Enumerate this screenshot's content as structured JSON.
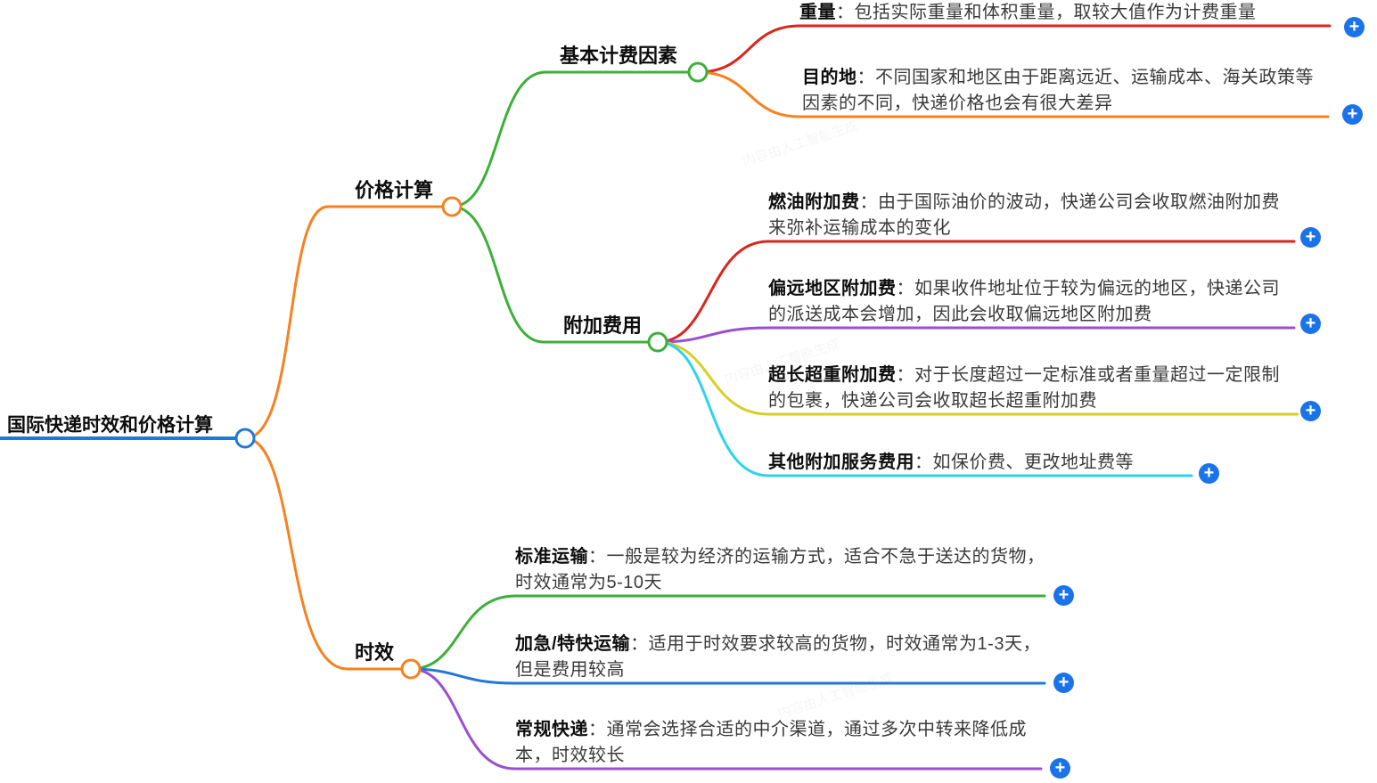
{
  "mindmap": {
    "root": {
      "title": "国际快递时效和价格计算"
    },
    "branches": {
      "price": {
        "title": "价格计算"
      },
      "basic": {
        "title": "基本计费因素"
      },
      "surcharge": {
        "title": "附加费用"
      },
      "time": {
        "title": "时效"
      }
    },
    "leaves": {
      "weight": {
        "label": "重量",
        "desc": "：包括实际重量和体积重量，取较大值作为计费重量"
      },
      "destination": {
        "label": "目的地",
        "desc": "：不同国家和地区由于距离远近、运输成本、海关政策等因素的不同，快递价格也会有很大差异"
      },
      "fuel": {
        "label": "燃油附加费",
        "desc": "：由于国际油价的波动，快递公司会收取燃油附加费来弥补运输成本的变化"
      },
      "remote": {
        "label": "偏远地区附加费",
        "desc": "：如果收件地址位于较为偏远的地区，快递公司的派送成本会增加，因此会收取偏远地区附加费"
      },
      "oversize": {
        "label": "超长超重附加费",
        "desc": "：对于长度超过一定标准或者重量超过一定限制的包裹，快递公司会收取超长超重附加费"
      },
      "other": {
        "label": "其他附加服务费用",
        "desc": "：如保价费、更改地址费等"
      },
      "standard": {
        "label": "标准运输",
        "desc": "：一般是较为经济的运输方式，适合不急于送达的货物，时效通常为5-10天"
      },
      "express": {
        "label": "加急/特快运输",
        "desc": "：适用于时效要求较高的货物，时效通常为1-3天，但是费用较高"
      },
      "regular": {
        "label": "常规快递",
        "desc": "：通常会选择合适的中介渠道，通过多次中转来降低成本，时效较长"
      }
    }
  },
  "colors": {
    "blue": "#2177d8",
    "orange": "#f5821f",
    "green": "#3db039",
    "red": "#d9251d",
    "purple": "#9b4fd0",
    "yellow": "#d9ce24",
    "cyan": "#2ed3e9",
    "plusBlue": "#1a73e8"
  },
  "watermark": {
    "text": "内容由人工智能生成"
  }
}
